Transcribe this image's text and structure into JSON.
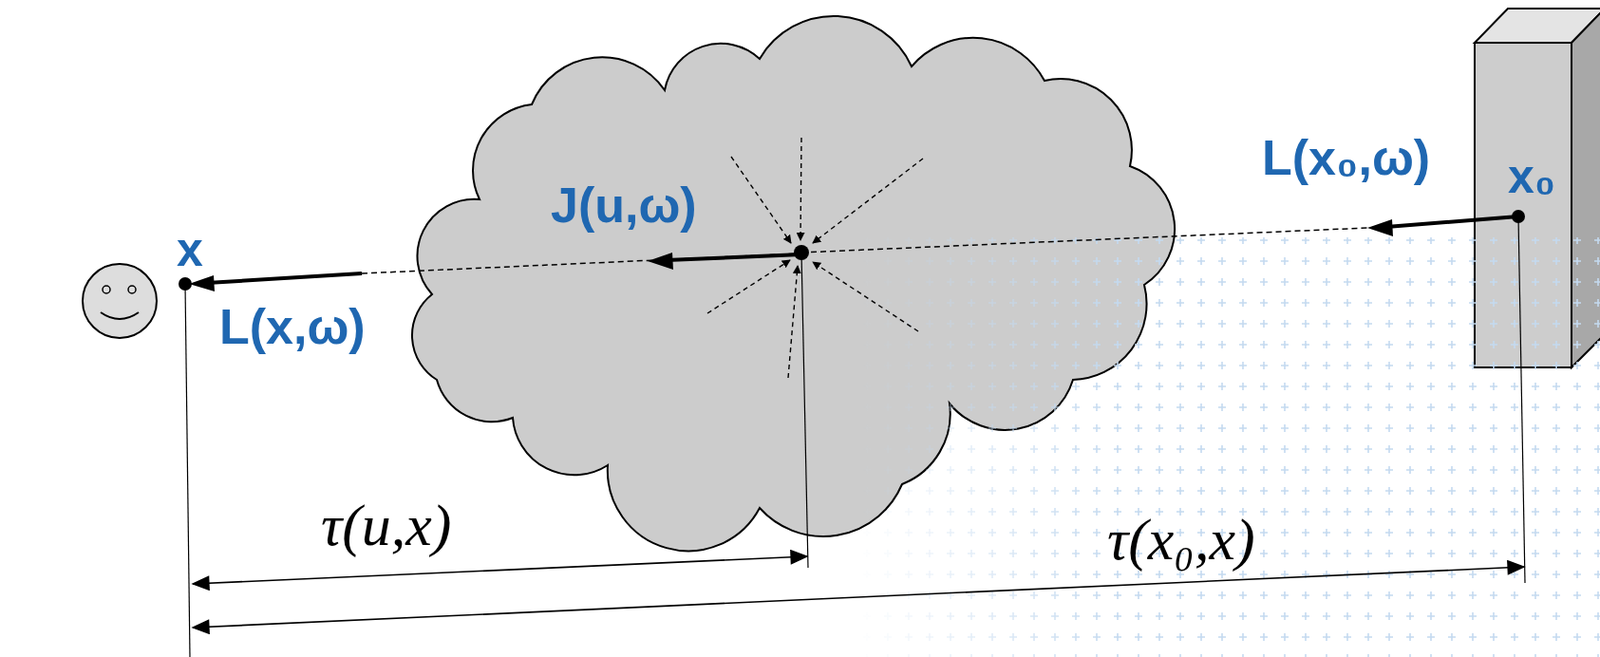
{
  "diagram": {
    "nodes": [
      {
        "text": [
          "J(u,ω)"
        ]
      },
      {
        "text": [
          "x₀"
        ]
      }
    ],
    "labels": [
      "x",
      "L(x,ω)",
      "L(x₀,ω)",
      "τ(u,x)",
      "τ(x₀,x)"
    ]
  }
}
